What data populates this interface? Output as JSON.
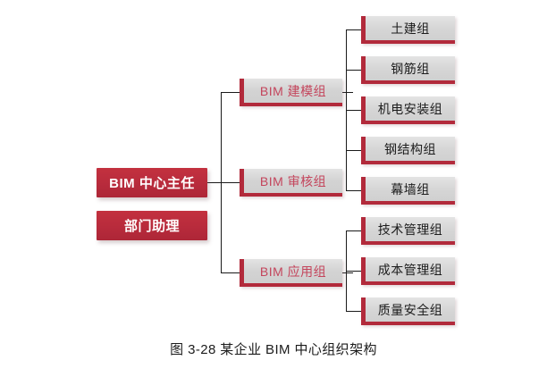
{
  "figure": {
    "caption": "图 3-28 某企业 BIM 中心组织架构",
    "background_color": "#ffffff"
  },
  "colors": {
    "primary_fill": "#bf2e42",
    "primary_text": "#ffffff",
    "secondary_fill": "#d6d6d6",
    "secondary_text": "#c4455c",
    "leaf_fill": "#d8d8d8",
    "leaf_text": "#1d1d1d",
    "accent_edge": "#b22a3b",
    "connector": "#1a1a1a"
  },
  "chart_data": {
    "type": "diagram",
    "title": "图 3-28 某企业 BIM 中心组织架构",
    "orientation": "left-to-right-tree",
    "levels": 3,
    "nodes": [
      {
        "id": "director",
        "label": "BIM 中心主任",
        "level": 1,
        "style": "primary"
      },
      {
        "id": "assistant",
        "label": "部门助理",
        "level": 1,
        "style": "primary"
      },
      {
        "id": "modeling",
        "label": "BIM 建模组",
        "level": 2,
        "style": "secondary"
      },
      {
        "id": "review",
        "label": "BIM 审核组",
        "level": 2,
        "style": "secondary"
      },
      {
        "id": "application",
        "label": "BIM 应用组",
        "level": 2,
        "style": "secondary"
      },
      {
        "id": "civil",
        "label": "土建组",
        "level": 3,
        "style": "leaf"
      },
      {
        "id": "rebar",
        "label": "钢筋组",
        "level": 3,
        "style": "leaf"
      },
      {
        "id": "mep",
        "label": "机电安装组",
        "level": 3,
        "style": "leaf"
      },
      {
        "id": "steel",
        "label": "钢结构组",
        "level": 3,
        "style": "leaf"
      },
      {
        "id": "curtainwall",
        "label": "幕墙组",
        "level": 3,
        "style": "leaf"
      },
      {
        "id": "tech-mgmt",
        "label": "技术管理组",
        "level": 3,
        "style": "leaf"
      },
      {
        "id": "cost-mgmt",
        "label": "成本管理组",
        "level": 3,
        "style": "leaf"
      },
      {
        "id": "quality-safety",
        "label": "质量安全组",
        "level": 3,
        "style": "leaf"
      }
    ],
    "edges": [
      {
        "from": "director",
        "to": "modeling"
      },
      {
        "from": "director",
        "to": "review"
      },
      {
        "from": "director",
        "to": "application"
      },
      {
        "from": "modeling",
        "to": "civil"
      },
      {
        "from": "modeling",
        "to": "rebar"
      },
      {
        "from": "modeling",
        "to": "mep"
      },
      {
        "from": "modeling",
        "to": "steel"
      },
      {
        "from": "modeling",
        "to": "curtainwall"
      },
      {
        "from": "application",
        "to": "tech-mgmt"
      },
      {
        "from": "application",
        "to": "cost-mgmt"
      },
      {
        "from": "application",
        "to": "quality-safety"
      }
    ]
  },
  "org": {
    "root": {
      "label": "BIM 中心主任"
    },
    "assistant": {
      "label": "部门助理"
    },
    "groups": [
      {
        "label": "BIM 建模组"
      },
      {
        "label": "BIM 审核组"
      },
      {
        "label": "BIM 应用组"
      }
    ],
    "teams": [
      {
        "label": "土建组"
      },
      {
        "label": "钢筋组"
      },
      {
        "label": "机电安装组"
      },
      {
        "label": "钢结构组"
      },
      {
        "label": "幕墙组"
      },
      {
        "label": "技术管理组"
      },
      {
        "label": "成本管理组"
      },
      {
        "label": "质量安全组"
      }
    ]
  }
}
